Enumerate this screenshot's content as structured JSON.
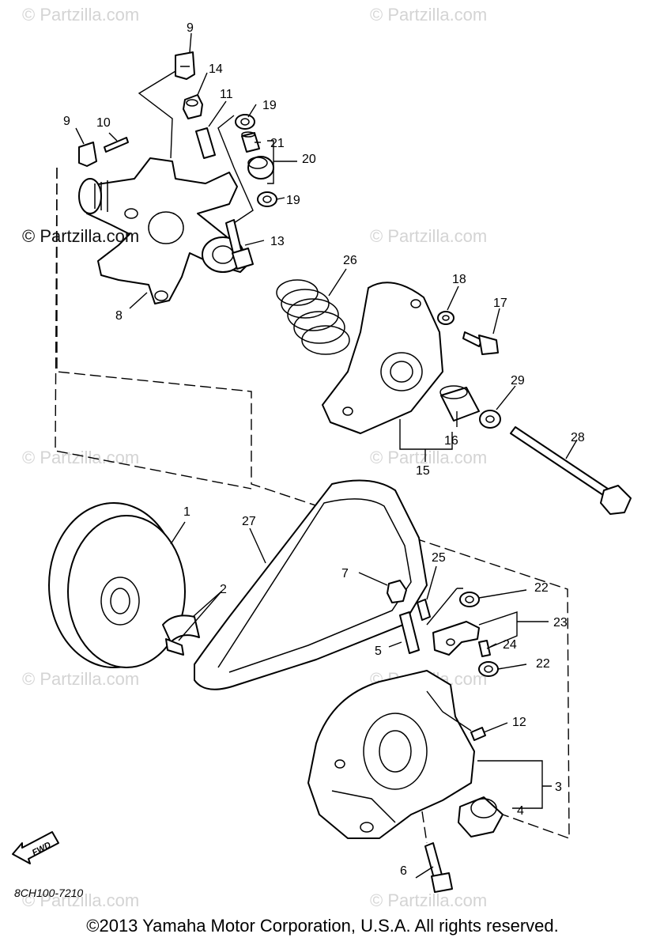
{
  "watermarks": {
    "text": "© Partzilla.com",
    "prominent": "© Partzilla.com"
  },
  "callouts": {
    "c1": "1",
    "c2": "2",
    "c3": "3",
    "c4": "4",
    "c5": "5",
    "c6": "6",
    "c7": "7",
    "c8": "8",
    "c9a": "9",
    "c9b": "9",
    "c10": "10",
    "c11": "11",
    "c12": "12",
    "c13": "13",
    "c14": "14",
    "c15": "15",
    "c16": "16",
    "c17": "17",
    "c18": "18",
    "c19a": "19",
    "c19b": "19",
    "c20": "20",
    "c21": "21",
    "c22a": "22",
    "c22b": "22",
    "c23": "23",
    "c24": "24",
    "c25": "25",
    "c26": "26",
    "c27": "27",
    "c28": "28",
    "c29": "29"
  },
  "fwd_label": "FWD",
  "drawing_code": "8CH100-7210",
  "copyright": "©2013  Yamaha Motor Corporation, U.S.A. All rights reserved."
}
